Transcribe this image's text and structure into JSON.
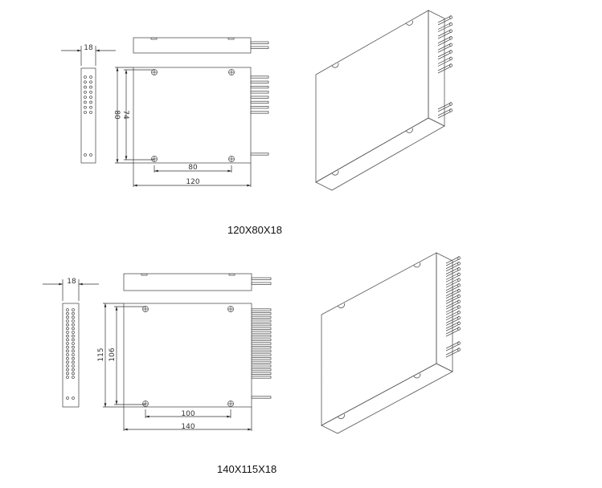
{
  "models": [
    {
      "caption": "120X80X18",
      "dims": {
        "thickness": "18",
        "height": "80",
        "hole_height": "74",
        "hole_width": "80",
        "width": "120"
      },
      "front_fibers": 8,
      "connector_holes_rows": 8,
      "iso_fibers": 8
    },
    {
      "caption": "140X115X18",
      "dims": {
        "thickness": "18",
        "height": "115",
        "hole_height": "106",
        "hole_width": "100",
        "width": "140"
      },
      "front_fibers": 19,
      "connector_holes_rows": 19,
      "iso_fibers": 14
    }
  ],
  "colors": {
    "line": "#555555",
    "text": "#333333"
  }
}
